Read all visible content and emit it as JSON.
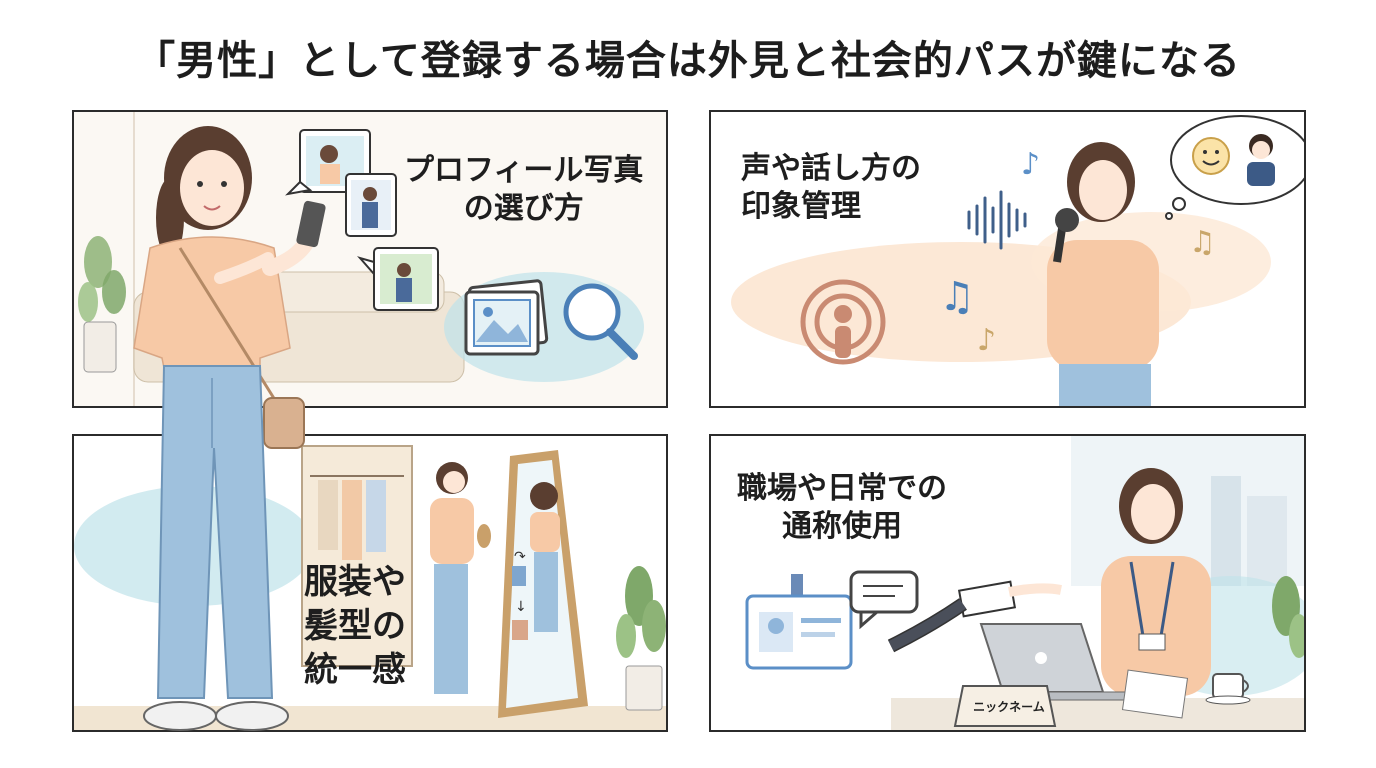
{
  "title": "「男性」として登録する場合は外見と社会的パスが鍵になる",
  "panels": {
    "profile": {
      "caption_line1": "プロフィール写真",
      "caption_line2": "の選び方"
    },
    "voice": {
      "caption_line1": "声や話し方の",
      "caption_line2": "印象管理"
    },
    "style": {
      "caption_line1": "服装や",
      "caption_line2": "髪型の",
      "caption_line3": "統一感"
    },
    "work": {
      "caption_line1": "職場や日常での",
      "caption_line2": "通称使用",
      "nameplate": "ニックネーム"
    }
  },
  "colors": {
    "ink": "#2b2b2b",
    "shirt": "#f7c9a6",
    "denim": "#9fc1dd",
    "watercolor_blue": "#bfe3ea",
    "watercolor_peach": "#fbe0c8",
    "icon_blue": "#5b8fc7",
    "plant": "#7fa86a"
  },
  "icons": [
    "photo-stack-icon",
    "magnifier-icon",
    "podcast-icon",
    "music-note-icon",
    "sound-wave-icon",
    "smile-icon",
    "id-badge-icon",
    "chat-bubble-icon",
    "coffee-icon"
  ]
}
